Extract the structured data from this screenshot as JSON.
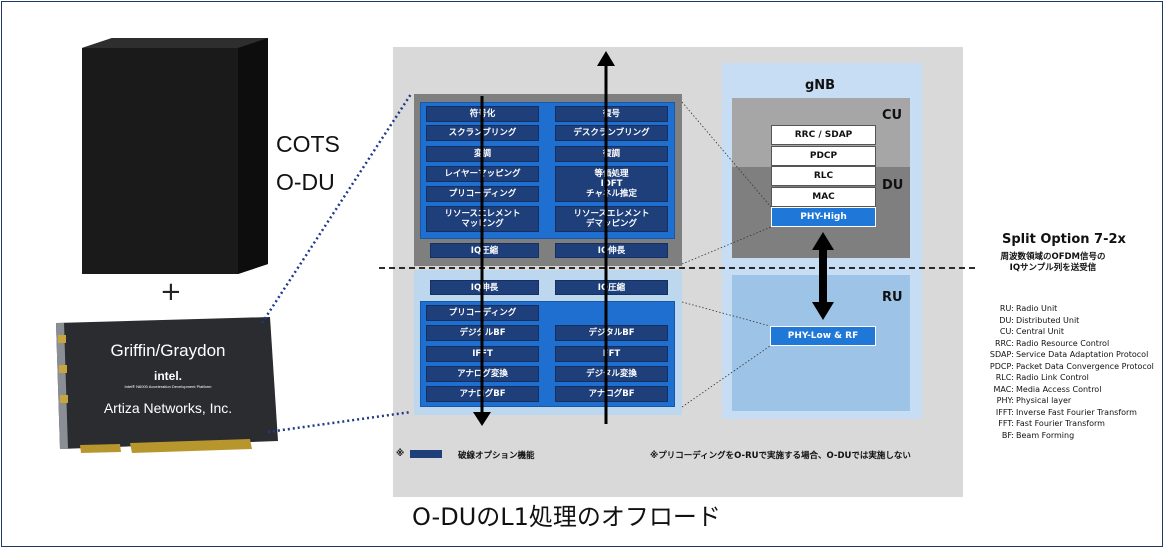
{
  "cots": {
    "line1": "COTS",
    "line2": "O-DU"
  },
  "plus": "+",
  "card": {
    "product": "Griffin/Graydon",
    "brand": "intel.",
    "subline": "Intel® N6000 Acceleration Development Platform",
    "company": "Artiza Networks, Inc."
  },
  "upper_left": [
    "符号化",
    "スクランブリング",
    "変調",
    "レイヤーマッピング",
    "プリコーディング",
    "リソースエレメント\nマッピング"
  ],
  "upper_right": [
    "復号",
    "デスクランブリング",
    "復調",
    "等価処理\nIDFT\nチャネル推定",
    "リソースエレメント\nデマッピング"
  ],
  "iq_upper": {
    "left": "IQ圧縮",
    "right": "IQ伸長"
  },
  "iq_lower": {
    "left": "IQ伸長",
    "right": "IQ圧縮"
  },
  "lower_left": [
    "プリコーディング",
    "デジタルBF",
    "IFFT",
    "アナログ変換",
    "アナログBF"
  ],
  "lower_right": [
    "デジタルBF",
    "FFT",
    "デジタル変換",
    "アナログBF"
  ],
  "gnb": {
    "title": "gNB",
    "cu_label": "CU",
    "du_label": "DU",
    "ru_label": "RU",
    "stack": [
      "RRC / SDAP",
      "PDCP",
      "RLC",
      "MAC"
    ],
    "phy_high": "PHY-High",
    "phy_low": "PHY-Low & RF"
  },
  "split": {
    "title": "Split Option 7-2x",
    "subtitle_line1": "周波数領域のOFDM信号の",
    "subtitle_line2": "IQサンプル列を送受信"
  },
  "abbreviations": [
    {
      "k": "RU:",
      "v": "Radio Unit"
    },
    {
      "k": "DU:",
      "v": "Distributed Unit"
    },
    {
      "k": "CU:",
      "v": "Central Unit"
    },
    {
      "k": "RRC:",
      "v": "Radio Resource Control"
    },
    {
      "k": "SDAP:",
      "v": "Service Data Adaptation Protocol"
    },
    {
      "k": "PDCP:",
      "v": "Packet Data Convergence Protocol"
    },
    {
      "k": "RLC:",
      "v": "Radio Link Control"
    },
    {
      "k": "MAC:",
      "v": "Media Access Control"
    },
    {
      "k": "PHY:",
      "v": "Physical layer"
    },
    {
      "k": "IFFT:",
      "v": "Inverse Fast Fourier Transform"
    },
    {
      "k": "FFT:",
      "v": "Fast Fourier Transform"
    },
    {
      "k": "BF:",
      "v": "Beam Forming"
    }
  ],
  "legend": {
    "mark": "※",
    "text": "破線オプション機能"
  },
  "note": "※プリコーディングをO-RUで実施する場合、O-DUでは実施しない",
  "caption": "O-DUのL1処理のオフロード",
  "colors": {
    "dark_box": "#1f3f7a",
    "panel_blue": "#1f6fd1",
    "phy_blue": "#1f77d8",
    "frame": "#1f3864"
  }
}
